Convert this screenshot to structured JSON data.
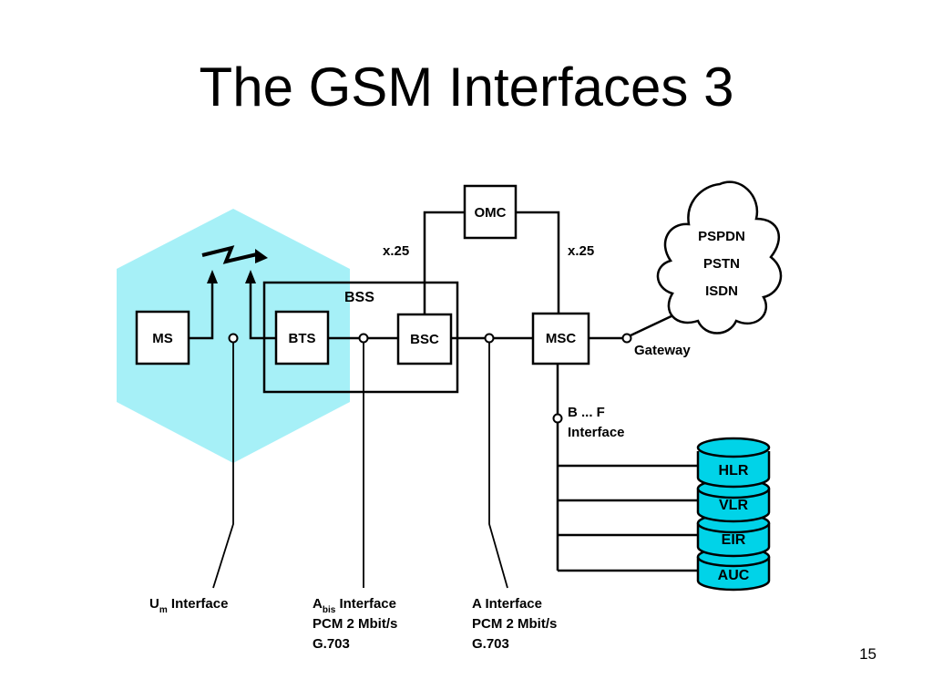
{
  "slide": {
    "title": "The GSM Interfaces 3",
    "page_number": "15"
  },
  "colors": {
    "cell_fill": "#a6f0f7",
    "db_fill": "#00d3e8",
    "line": "#000000",
    "background": "#ffffff"
  },
  "nodes": {
    "ms": "MS",
    "bts": "BTS",
    "bsc": "BSC",
    "msc": "MSC",
    "omc": "OMC",
    "bss": "BSS"
  },
  "network_cloud": [
    "PSPDN",
    "PSTN",
    "ISDN"
  ],
  "databases": [
    "HLR",
    "VLR",
    "EIR",
    "AUC"
  ],
  "labels": {
    "x25_left": "x.25",
    "x25_right": "x.25",
    "gateway": "Gateway",
    "bf_line1": "B ... F",
    "bf_line2": "Interface"
  },
  "interfaces": {
    "um": {
      "main": "U",
      "sub": "m",
      "rest": " Interface"
    },
    "abis": {
      "main": "A",
      "sub": "bis",
      "rest": " Interface",
      "line2": "PCM 2 Mbit/s",
      "line3": "G.703"
    },
    "a": {
      "line1": "A Interface",
      "line2": "PCM 2 Mbit/s",
      "line3": "G.703"
    }
  },
  "icons": {
    "radio": "radio-link-icon",
    "cloud": "cloud-icon",
    "database": "database-stack-icon"
  }
}
